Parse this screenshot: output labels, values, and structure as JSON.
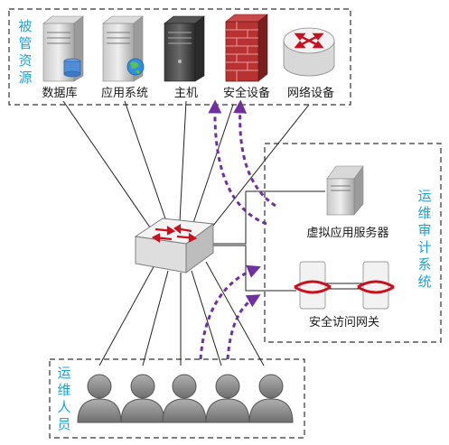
{
  "managed_resources": {
    "title": "被管资源",
    "items": [
      {
        "label": "数据库",
        "icon": "database-server-icon"
      },
      {
        "label": "应用系统",
        "icon": "application-server-icon"
      },
      {
        "label": "主机",
        "icon": "host-server-icon"
      },
      {
        "label": "安全设备",
        "icon": "firewall-icon"
      },
      {
        "label": "网络设备",
        "icon": "router-icon"
      }
    ]
  },
  "audit_system": {
    "title": "运维审计系统",
    "virtual_server_label": "虚拟应用服务器",
    "gateway_label": "安全访问网关"
  },
  "ops_staff": {
    "title": "运维人员",
    "count": 5
  },
  "colors": {
    "accent_text": "#1ba3d6",
    "dashed_arrow": "#7030a0",
    "box_border": "#333333",
    "person": "#8c8c8c"
  }
}
